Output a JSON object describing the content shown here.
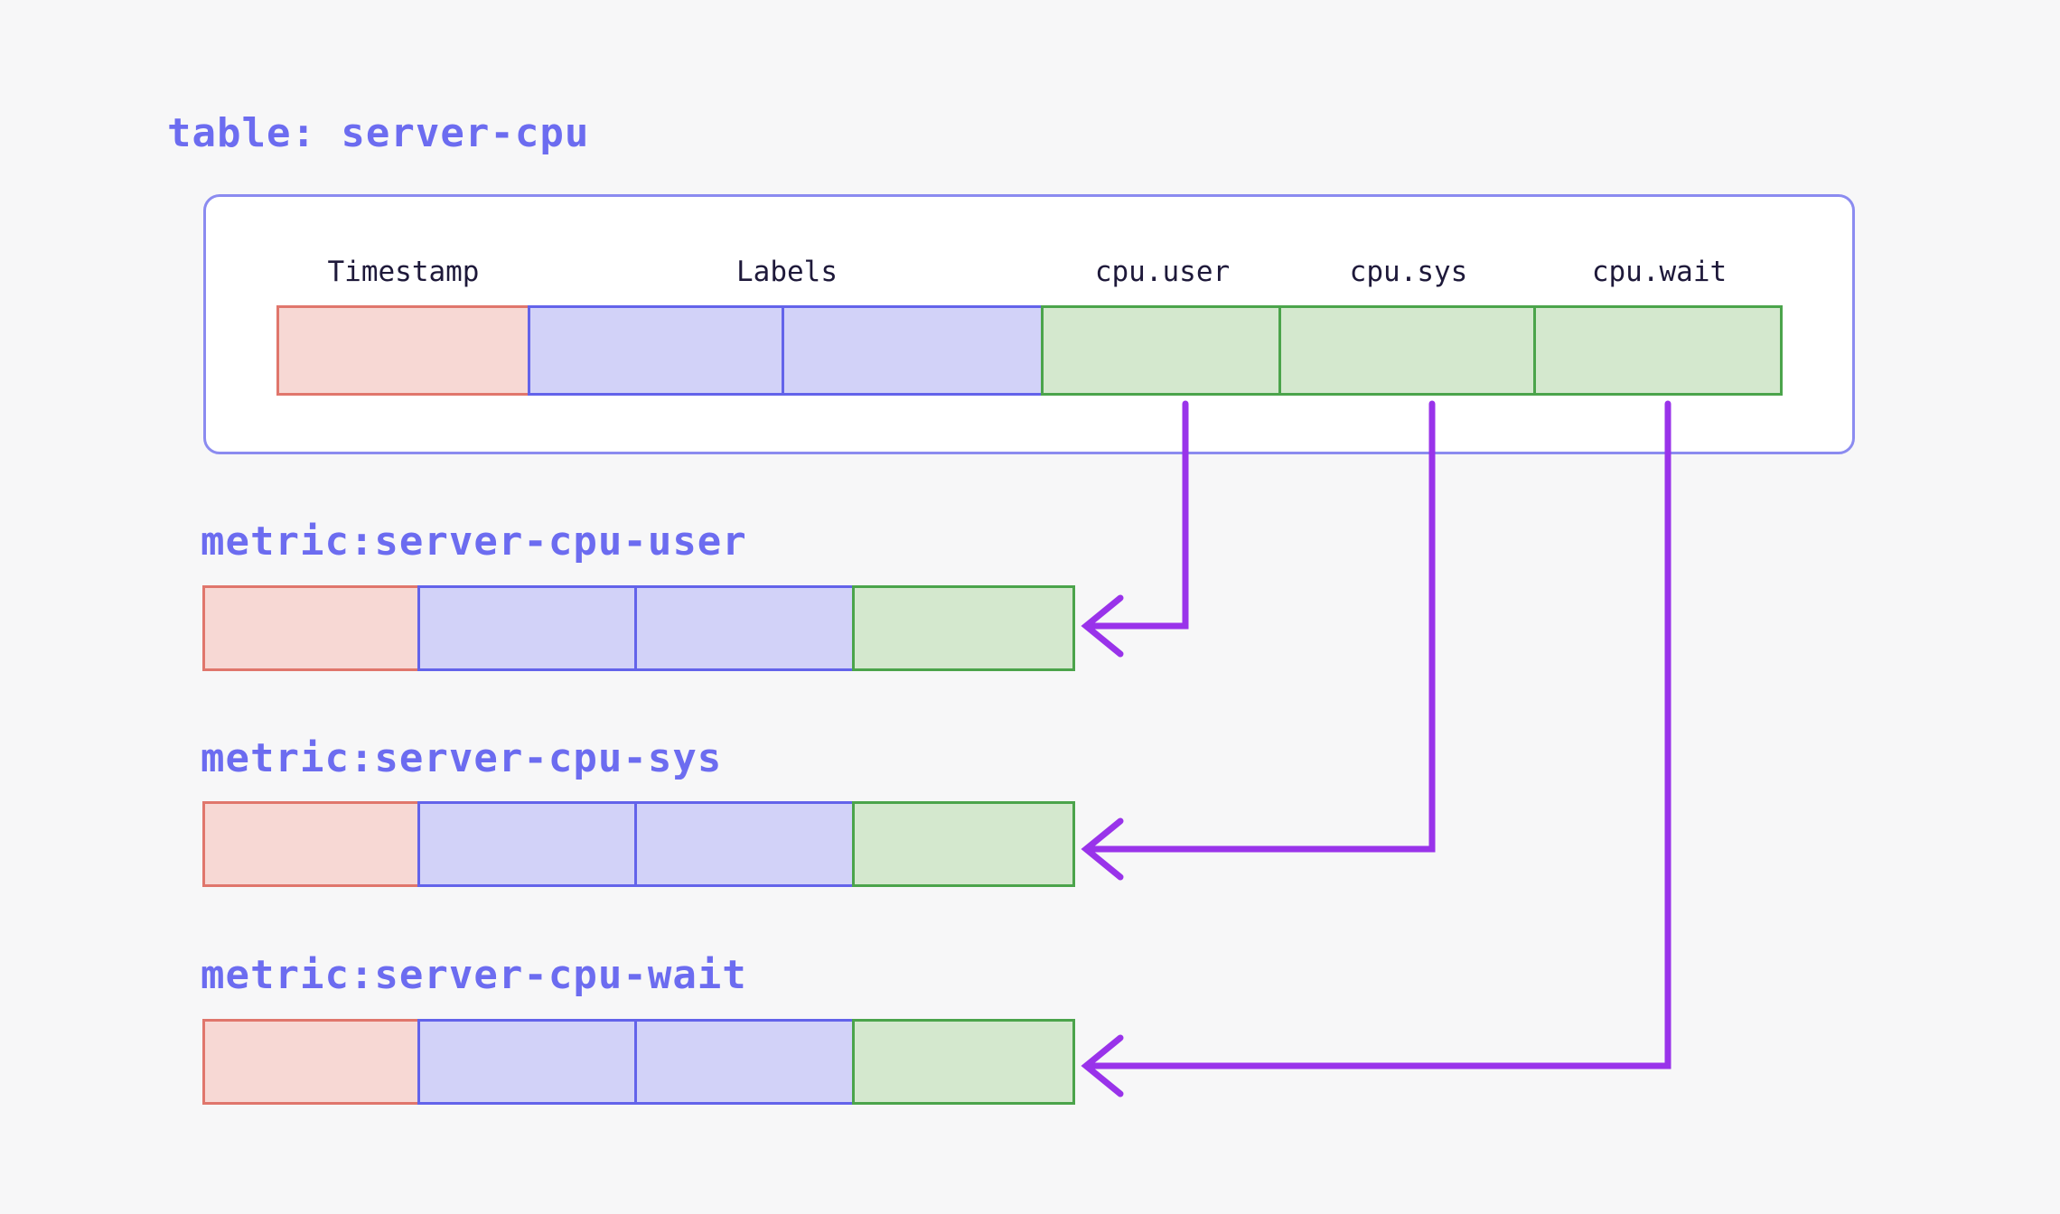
{
  "diagram": {
    "title": "table: server-cpu",
    "table": {
      "columns": [
        {
          "label": "Timestamp",
          "type": "timestamp"
        },
        {
          "label": "Labels",
          "type": "labels"
        },
        {
          "label": "cpu.user",
          "type": "value"
        },
        {
          "label": "cpu.sys",
          "type": "value"
        },
        {
          "label": "cpu.wait",
          "type": "value"
        }
      ]
    },
    "metrics": [
      {
        "label": "metric:server-cpu-user",
        "source_column": "cpu.user"
      },
      {
        "label": "metric:server-cpu-sys",
        "source_column": "cpu.sys"
      },
      {
        "label": "metric:server-cpu-wait",
        "source_column": "cpu.wait"
      }
    ],
    "icons": [
      {
        "name": "left-arrow-icon",
        "glyph": "←",
        "count": 3
      }
    ]
  },
  "colors": {
    "bg": "#f7f7f8",
    "accent_purple": "#6c6cf0",
    "arrow_purple": "#9933ea",
    "container_border": "#8b8bf0",
    "container_fill": "#ffffff",
    "header_text": "#1e193a",
    "timestamp_fill": "#f7d8d4",
    "timestamp_border": "#e0766c",
    "labels_fill": "#d2d2f8",
    "labels_border": "#6363ea",
    "value_fill": "#d4e8ce",
    "value_border": "#4ba44b"
  }
}
